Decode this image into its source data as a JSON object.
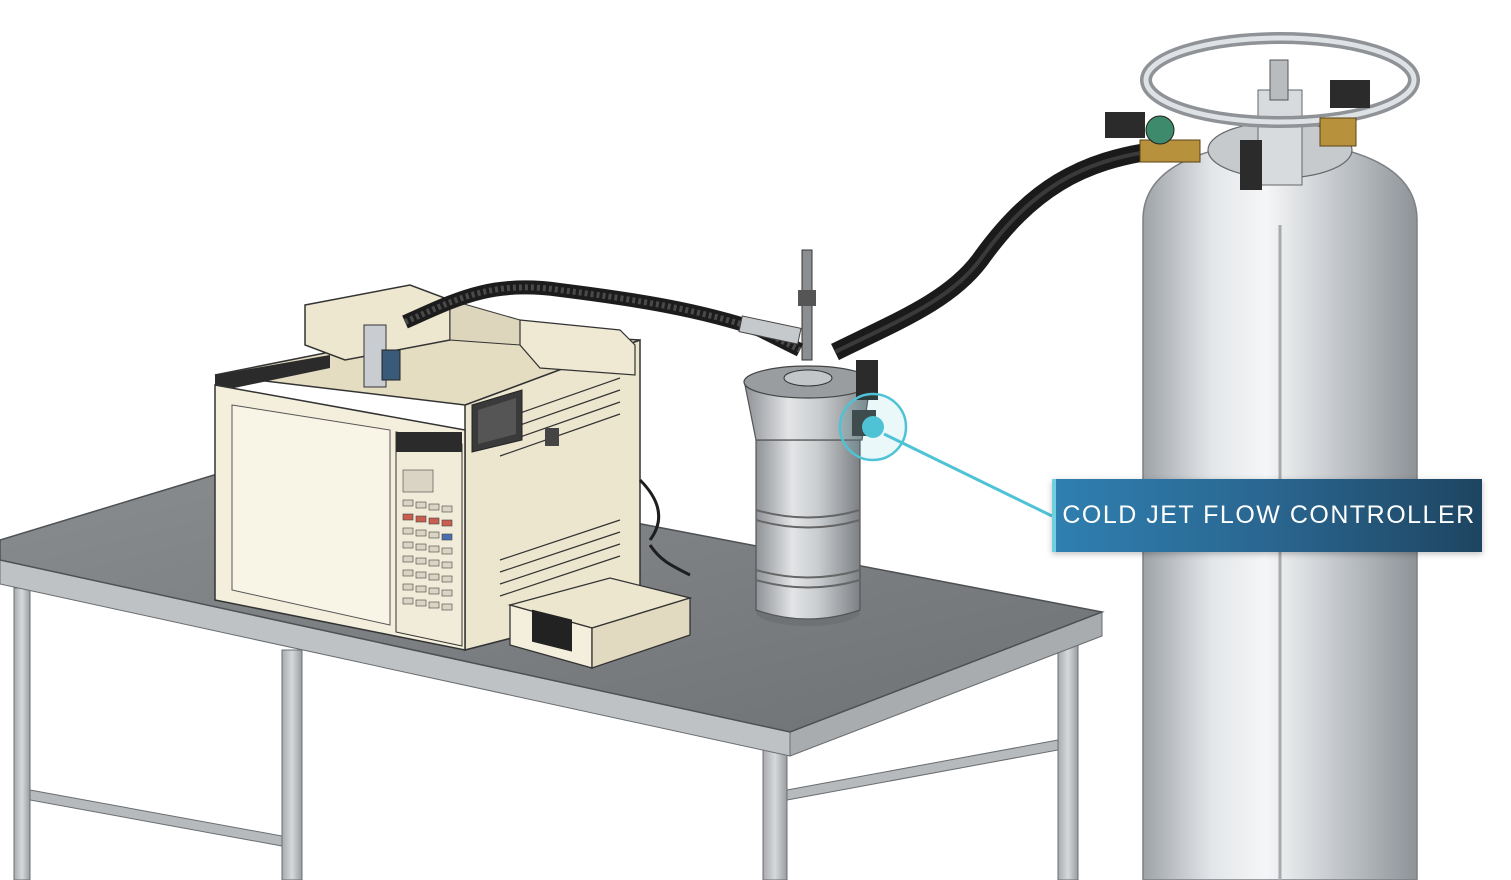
{
  "callout": {
    "label": "COLD JET FLOW CONTROLLER",
    "accent_color": "#4fc3d6"
  },
  "icons": [
    "lab-table",
    "gas-chromatograph",
    "control-box",
    "dewar-vessel",
    "liquid-nitrogen-tank",
    "transfer-hose",
    "highlight-marker"
  ]
}
